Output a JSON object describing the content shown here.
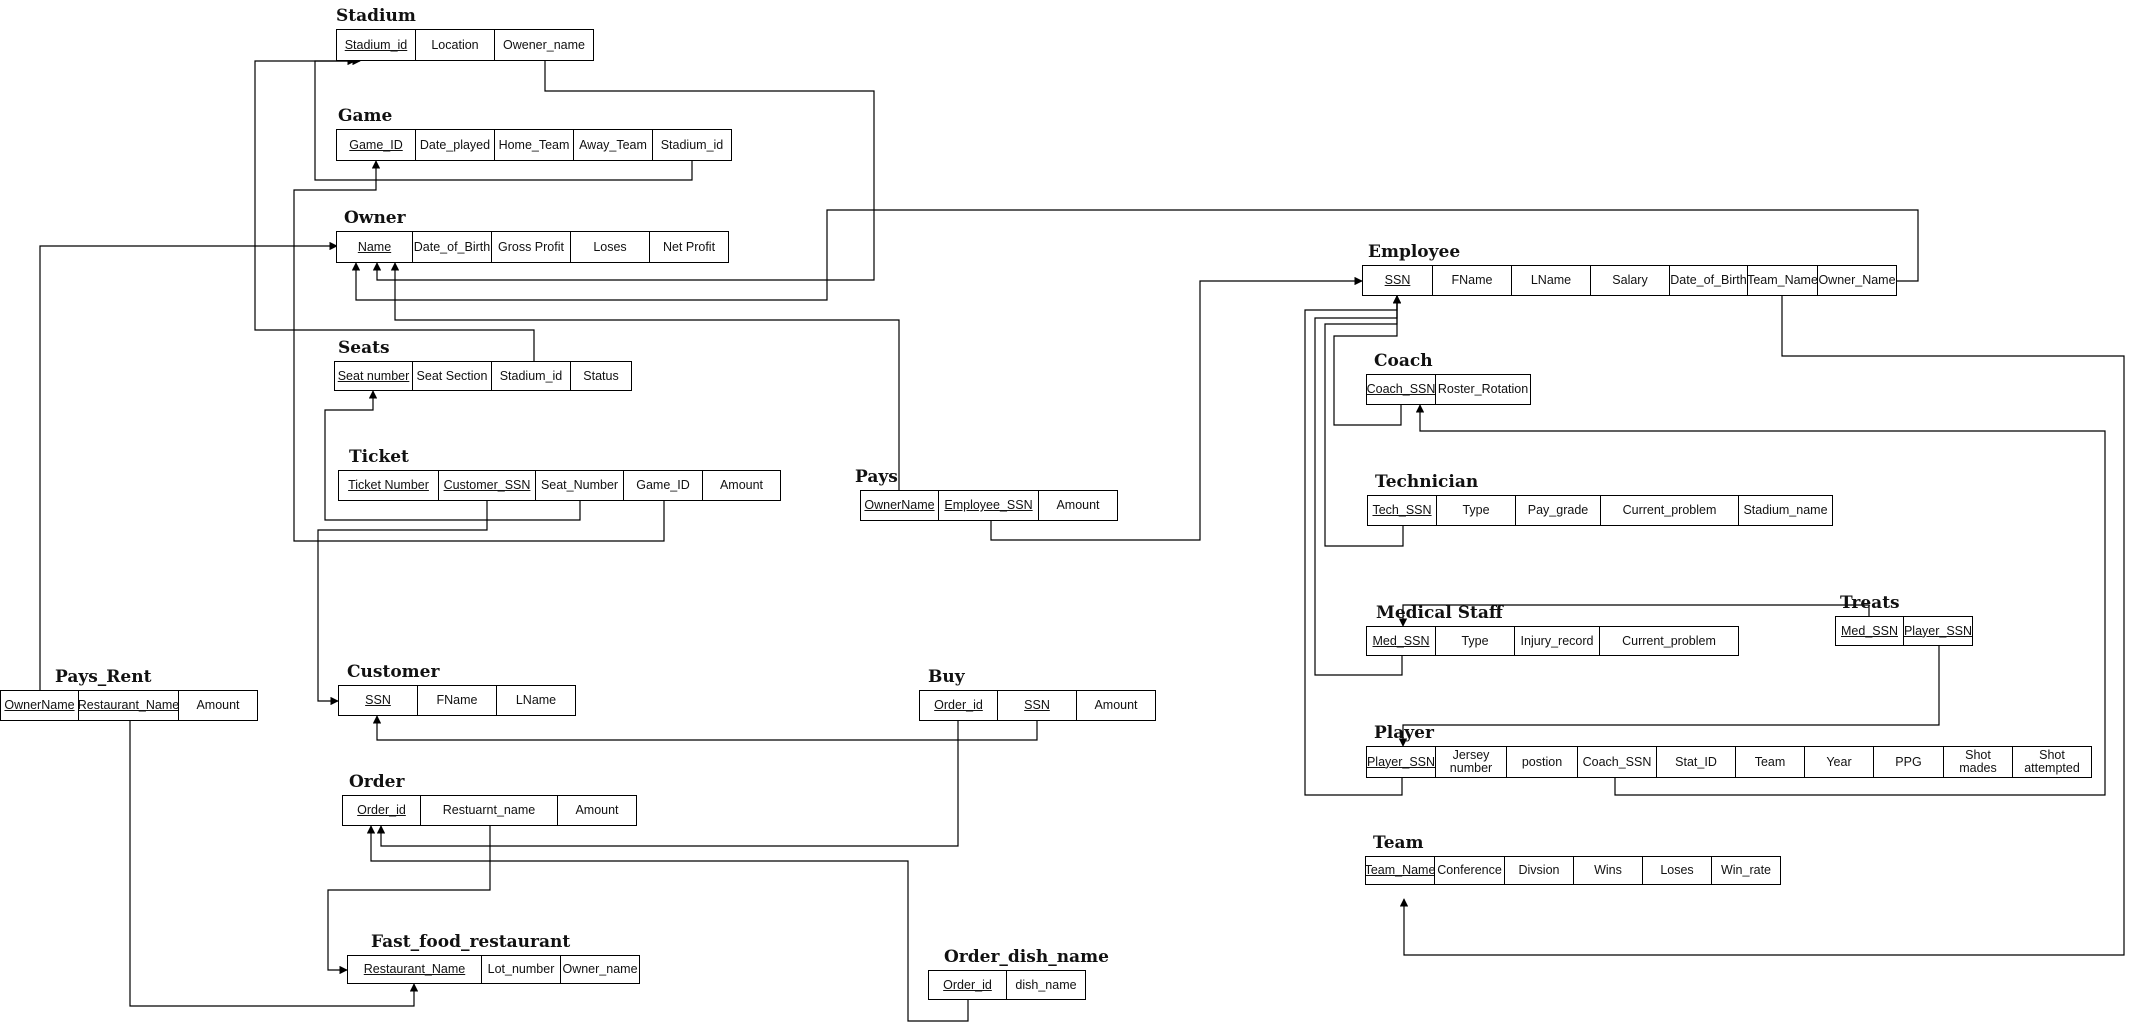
{
  "tables": [
    {
      "id": "stadium",
      "name": "Stadium",
      "columns": [
        {
          "label": "Stadium_id",
          "pk": true
        },
        {
          "label": "Location"
        },
        {
          "label": "Owener_name"
        }
      ]
    },
    {
      "id": "game",
      "name": "Game",
      "columns": [
        {
          "label": "Game_ID",
          "pk": true
        },
        {
          "label": "Date_played"
        },
        {
          "label": "Home_Team"
        },
        {
          "label": "Away_Team"
        },
        {
          "label": "Stadium_id"
        }
      ]
    },
    {
      "id": "owner",
      "name": "Owner",
      "columns": [
        {
          "label": "Name",
          "pk": true
        },
        {
          "label": "Date_of_Birth"
        },
        {
          "label": "Gross Profit"
        },
        {
          "label": "Loses"
        },
        {
          "label": "Net Profit"
        }
      ]
    },
    {
      "id": "seats",
      "name": "Seats",
      "columns": [
        {
          "label": "Seat number",
          "pk": true
        },
        {
          "label": "Seat Section"
        },
        {
          "label": "Stadium_id"
        },
        {
          "label": "Status"
        }
      ]
    },
    {
      "id": "ticket",
      "name": "Ticket",
      "columns": [
        {
          "label": "Ticket Number",
          "pk": true
        },
        {
          "label": "Customer_SSN",
          "pk": true
        },
        {
          "label": "Seat_Number"
        },
        {
          "label": "Game_ID"
        },
        {
          "label": "Amount"
        }
      ]
    },
    {
      "id": "pays",
      "name": "Pays",
      "columns": [
        {
          "label": "OwnerName",
          "pk": true
        },
        {
          "label": "Employee_SSN",
          "pk": true
        },
        {
          "label": "Amount"
        }
      ]
    },
    {
      "id": "pays_rent",
      "name": "Pays_Rent",
      "columns": [
        {
          "label": "OwnerName",
          "pk": true
        },
        {
          "label": "Restaurant_Name",
          "pk": true
        },
        {
          "label": "Amount"
        }
      ]
    },
    {
      "id": "customer",
      "name": "Customer",
      "columns": [
        {
          "label": "SSN",
          "pk": true
        },
        {
          "label": "FName"
        },
        {
          "label": "LName"
        }
      ]
    },
    {
      "id": "buy",
      "name": "Buy",
      "columns": [
        {
          "label": "Order_id",
          "pk": true
        },
        {
          "label": "SSN",
          "pk": true
        },
        {
          "label": "Amount"
        }
      ]
    },
    {
      "id": "order",
      "name": "Order",
      "columns": [
        {
          "label": "Order_id",
          "pk": true
        },
        {
          "label": "Restuarnt_name"
        },
        {
          "label": "Amount"
        }
      ]
    },
    {
      "id": "fast_food",
      "name": "Fast_food_restaurant",
      "columns": [
        {
          "label": "Restaurant_Name",
          "pk": true
        },
        {
          "label": "Lot_number"
        },
        {
          "label": "Owner_name"
        }
      ]
    },
    {
      "id": "order_dish",
      "name": "Order_dish_name",
      "columns": [
        {
          "label": "Order_id",
          "pk": true
        },
        {
          "label": "dish_name"
        }
      ]
    },
    {
      "id": "employee",
      "name": "Employee",
      "columns": [
        {
          "label": "SSN",
          "pk": true
        },
        {
          "label": "FName"
        },
        {
          "label": "LName"
        },
        {
          "label": "Salary"
        },
        {
          "label": "Date_of_Birth"
        },
        {
          "label": "Team_Name"
        },
        {
          "label": "Owner_Name"
        }
      ]
    },
    {
      "id": "coach",
      "name": "Coach",
      "columns": [
        {
          "label": "Coach_SSN",
          "pk": true
        },
        {
          "label": "Roster_Rotation"
        }
      ]
    },
    {
      "id": "technician",
      "name": "Technician",
      "columns": [
        {
          "label": "Tech_SSN",
          "pk": true
        },
        {
          "label": "Type"
        },
        {
          "label": "Pay_grade"
        },
        {
          "label": "Current_problem"
        },
        {
          "label": "Stadium_name"
        }
      ]
    },
    {
      "id": "medical",
      "name": "Medical Staff",
      "columns": [
        {
          "label": "Med_SSN",
          "pk": true
        },
        {
          "label": "Type"
        },
        {
          "label": "Injury_record"
        },
        {
          "label": "Current_problem"
        }
      ]
    },
    {
      "id": "treats",
      "name": "Treats",
      "columns": [
        {
          "label": "Med_SSN",
          "pk": true
        },
        {
          "label": "Player_SSN",
          "pk": true
        }
      ]
    },
    {
      "id": "player",
      "name": "Player",
      "columns": [
        {
          "label": "Player_SSN",
          "pk": true
        },
        {
          "label": "Jersey number"
        },
        {
          "label": "postion"
        },
        {
          "label": "Coach_SSN"
        },
        {
          "label": "Stat_ID"
        },
        {
          "label": "Team"
        },
        {
          "label": "Year"
        },
        {
          "label": "PPG"
        },
        {
          "label": "Shot mades"
        },
        {
          "label": "Shot attempted"
        }
      ]
    },
    {
      "id": "team",
      "name": "Team",
      "columns": [
        {
          "label": "Team_Name",
          "pk": true
        },
        {
          "label": "Conference"
        },
        {
          "label": "Divsion"
        },
        {
          "label": "Wins"
        },
        {
          "label": "Loses"
        },
        {
          "label": "Win_rate"
        }
      ]
    }
  ]
}
